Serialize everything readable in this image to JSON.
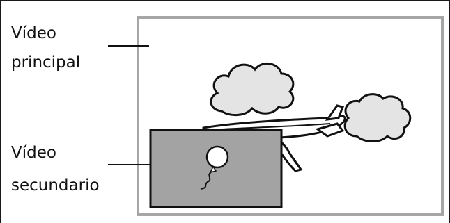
{
  "labels": {
    "main_video": [
      "Vídeo",
      "principal"
    ],
    "secondary_video": [
      "Vídeo",
      "secundario"
    ]
  },
  "colors": {
    "main_frame_border": "#a6a6a6",
    "secondary_fill": "#a3a3a3",
    "outline": "#111111",
    "cloud_fill": "#e4e4e4"
  }
}
